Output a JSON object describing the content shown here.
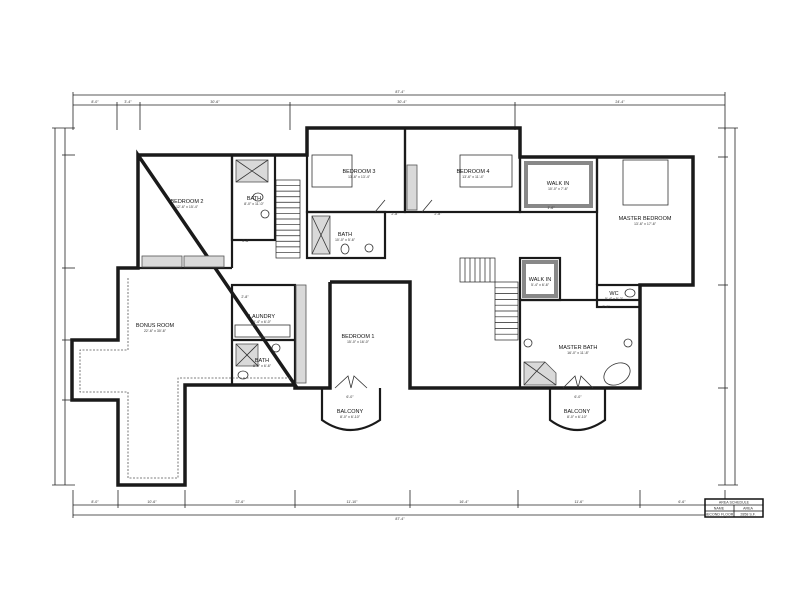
{
  "rooms": {
    "bedroom2": {
      "name": "BEDROOM 2",
      "size": "12'-6\" x 15'-4\""
    },
    "bath_upper_left": {
      "name": "BATH",
      "size": "8'-0\" x 11'-0\""
    },
    "bedroom3": {
      "name": "BEDROOM 3",
      "size": "13'-6\" x 13'-4\""
    },
    "bath_center": {
      "name": "BATH",
      "size": "10'-0\" x 5'-6\""
    },
    "bedroom4": {
      "name": "BEDROOM 4",
      "size": "13'-6\" x 11'-4\""
    },
    "walkin_master": {
      "name": "WALK IN",
      "size": "10'-0\" x 7'-6\""
    },
    "master_bedroom": {
      "name": "MASTER BEDROOM",
      "size": "13'-6\" x 17'-6\""
    },
    "walkin_small": {
      "name": "WALK IN",
      "size": "5'-4\" x 6'-6\""
    },
    "wc": {
      "name": "WC",
      "size": "5'-4\" x 5'-2\""
    },
    "master_bath": {
      "name": "MASTER BATH",
      "size": "16'-0\" x 11'-8\""
    },
    "balcony_right": {
      "name": "BALCONY",
      "size": "8'-0\" x 6'-10\""
    },
    "bedroom1": {
      "name": "BEDROOM 1",
      "size": "15'-0\" x 16'-0\""
    },
    "balcony_left": {
      "name": "BALCONY",
      "size": "8'-0\" x 6'-10\""
    },
    "laundry": {
      "name": "LAUNDRY",
      "size": "9'-4\" x 6'-0\""
    },
    "bath_lower_left": {
      "name": "BATH",
      "size": "8'-0\" x 6'-6\""
    },
    "bonus_room": {
      "name": "BONUS ROOM",
      "size": "22'-6\" x 30'-6\""
    }
  },
  "dimensions": {
    "top_overall": "87'-4\"",
    "top_segments": [
      "8'-0\"",
      "3'-4\"",
      "30'-6\"",
      "30'-4\"",
      "24'-4\""
    ],
    "bottom_overall": "87'-4\"",
    "bottom_segments": [
      "8'-0\"",
      "10'-6\"",
      "22'-6\"",
      "11'-10\"",
      "16'-4\"",
      "11'-6\"",
      "6'-6\""
    ],
    "door_widths": [
      "2'-8\"",
      "2'-8\"",
      "2'-8\"",
      "6'-0\"",
      "6'-0\"",
      "2'-8\"",
      "1'-6\"",
      "2'-6\""
    ]
  },
  "area_schedule": {
    "title": "AREA SCHEDULE",
    "headers": [
      "NAME",
      "AREA"
    ],
    "rows": [
      [
        "SECOND FLOOR",
        "2858 S.F."
      ]
    ]
  }
}
